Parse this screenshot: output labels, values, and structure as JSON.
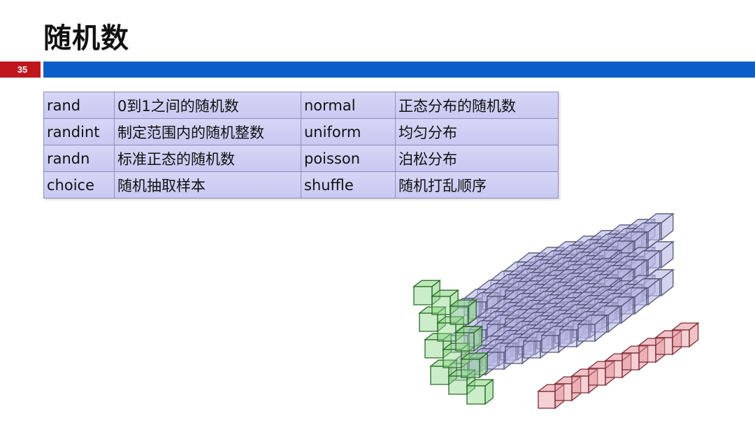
{
  "slide": {
    "title": "随机数",
    "page_number": "35"
  },
  "table": {
    "rows": [
      [
        "rand",
        "0到1之间的随机数",
        "normal",
        "正态分布的随机数"
      ],
      [
        "randint",
        "制定范围内的随机整数",
        "uniform",
        "均匀分布"
      ],
      [
        "randn",
        "标准正态的随机数",
        "poisson",
        "泊松分布"
      ],
      [
        "choice",
        "随机抽取样本",
        "shuffle",
        "随机打乱顺序"
      ]
    ]
  },
  "colors": {
    "title_bar": "#0b5ec7",
    "page_badge": "#c0161d",
    "table_bg": "#d0d0f4",
    "cube_blue": "#b8b8e4",
    "cube_green": "#8fd88a",
    "cube_red": "#e79aa2"
  },
  "illustration": {
    "description_icon": "array-cubes-illustration"
  }
}
